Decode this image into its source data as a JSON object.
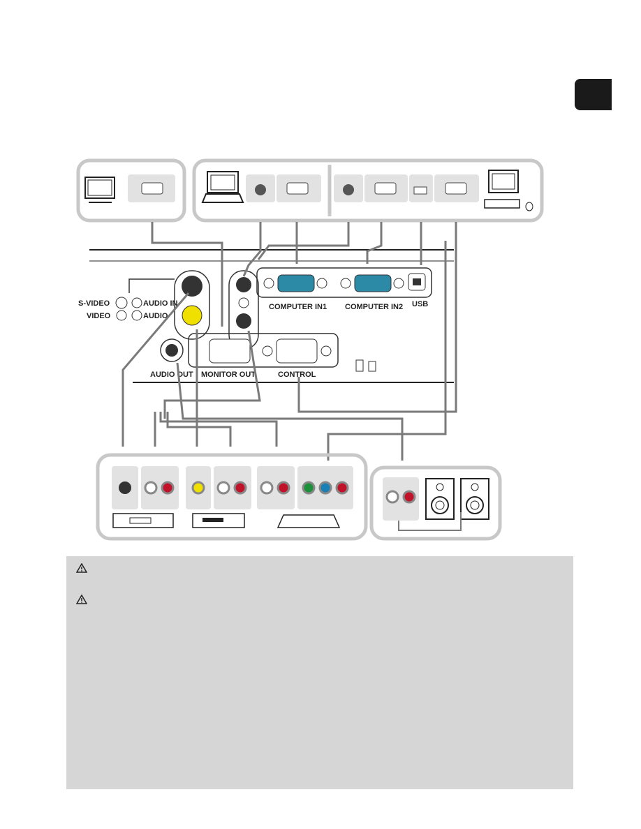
{
  "labels": {
    "svideo": "S-VIDEO",
    "video": "VIDEO",
    "audio_in_top": "AUDIO IN",
    "audio_in_bottom": "AUDIO",
    "computer_in1": "COMPUTER IN1",
    "computer_in2": "COMPUTER IN2",
    "usb": "USB",
    "audio_out": "AUDIO OUT",
    "monitor_out": "MONITOR OUT",
    "control": "CONTROL"
  },
  "notes": {
    "warning_icon": "warning-triangle-icon",
    "caution_icon": "warning-triangle-icon"
  },
  "colors": {
    "panel_border": "#c8c8c8",
    "port_fill": "#e2e2e2",
    "cable": "#7a7a7a",
    "rca_red": "#c0132a",
    "rca_yellow": "#f0e000",
    "rca_green": "#1e8f3a",
    "rca_blue": "#1a7fb5",
    "notes_bg": "#d6d6d6",
    "tab_bg": "#1a1a1a"
  }
}
